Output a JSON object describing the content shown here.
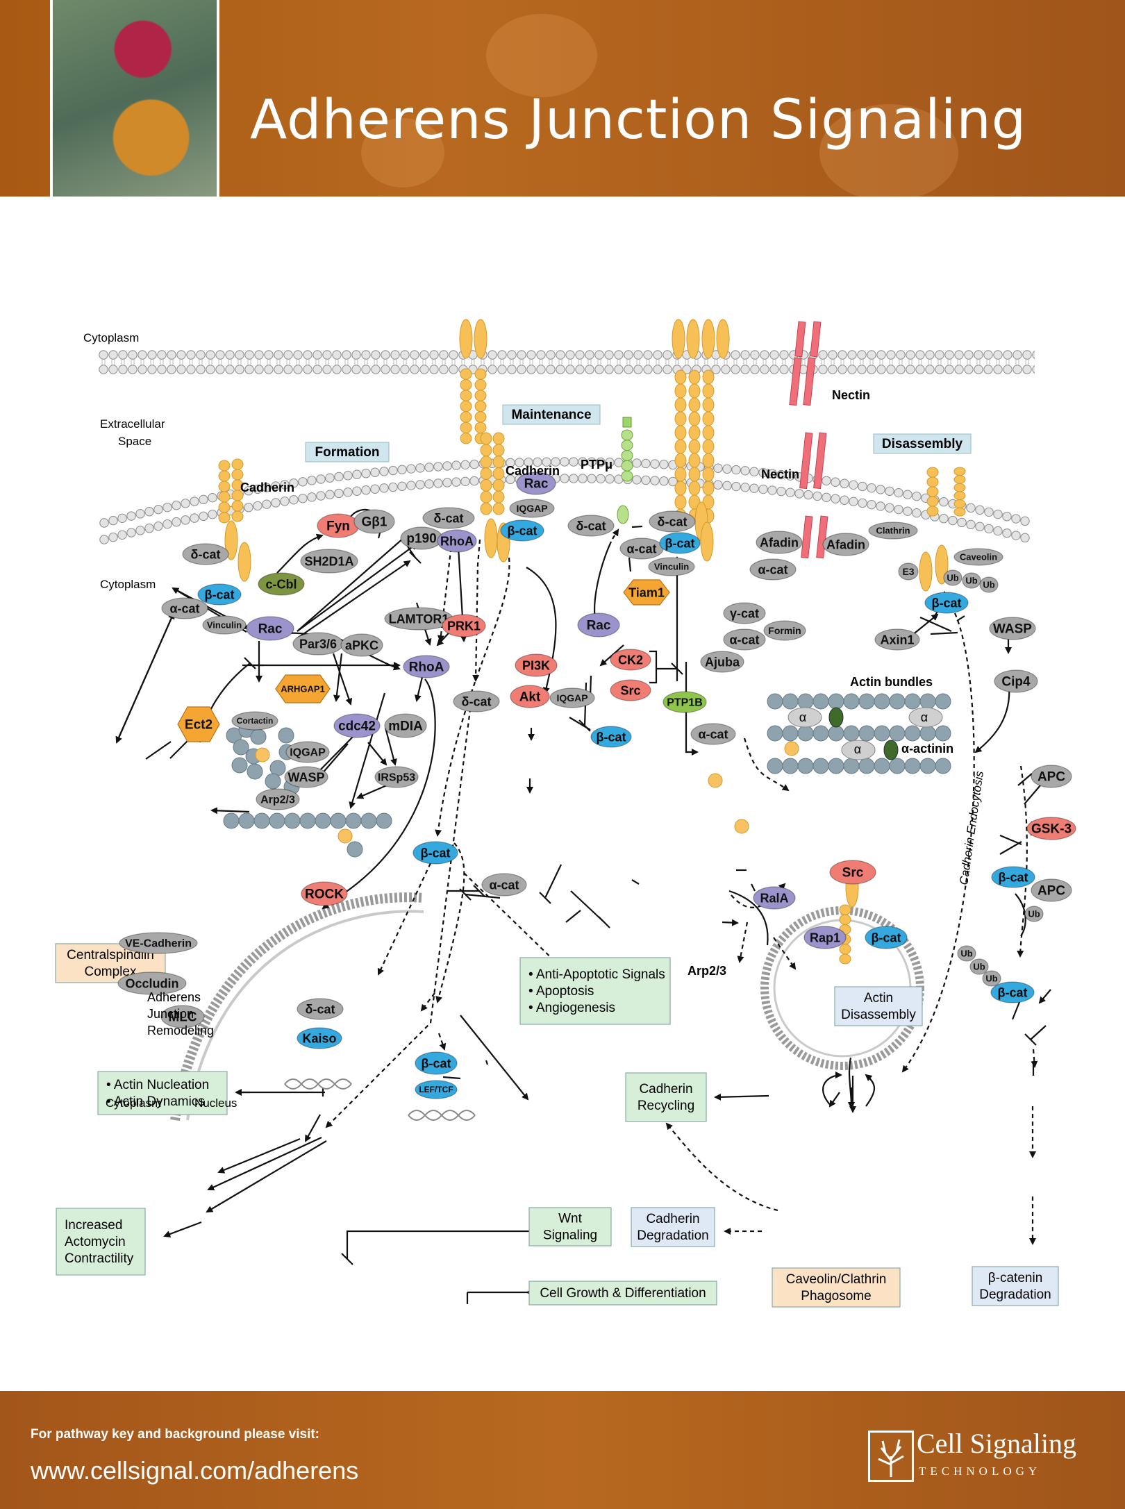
{
  "header": {
    "title": "Adherens Junction Signaling"
  },
  "footer": {
    "visit_text": "For pathway key and background please visit:",
    "url": "www.cellsignal.com/adherens",
    "logo_name": "Cell Signaling",
    "logo_sub": "TECHNOLOGY"
  },
  "regions": {
    "cytoplasm_top": "Cytoplasm",
    "extracellular": "Extracellular",
    "extracellular2": "Space",
    "cytoplasm_left": "Cytoplasm",
    "cytoplasm_bottom": "Cytoplasm",
    "nucleus": "Nucleus"
  },
  "stages": {
    "formation": "Formation",
    "maintenance": "Maintenance",
    "disassembly": "Disassembly"
  },
  "labels": {
    "cadherin_left": "Cadherin",
    "cadherin_mid": "Cadherin",
    "ptp": "PTPμ",
    "nectin_top": "Nectin",
    "nectin_mid": "Nectin",
    "actin_bundles": "Actin bundles",
    "alpha_actinin": "α-actinin",
    "cadherin_endocytosis": "Cadherin Endocytosis",
    "aj_remodel1": "Adherens",
    "aj_remodel2": "Junction",
    "aj_remodel3": "Remodeling",
    "alpha1": "α",
    "alpha2": "α",
    "alpha3": "α",
    "arp23_right": "Arp2/3"
  },
  "nodes": {
    "fyn": "Fyn",
    "gb1": "Gβ1",
    "sh2d1a": "SH2D1A",
    "dcat1": "δ-cat",
    "ccbl": "c-Cbl",
    "bcat1": "β-cat",
    "acat1": "α-cat",
    "vinculin1": "Vinculin",
    "rac1": "Rac",
    "dcat_top": "δ-cat",
    "p190": "p190",
    "rhoa1": "RhoA",
    "lamtor1": "LAMTOR1",
    "prk1": "PRK1",
    "par36": "Par3/6",
    "apkc": "aPKC",
    "rhoa2": "RhoA",
    "arhgap1": "ARHGAP1",
    "ect2": "Ect2",
    "cortactin": "Cortactin",
    "cdc42": "cdc42",
    "mdia": "mDIA",
    "iqgap1": "IQGAP",
    "wasp1": "WASP",
    "irsp53": "IRSp53",
    "arp23": "Arp2/3",
    "rac2": "Rac",
    "iqgap2": "IQGAP",
    "bcat2": "β-cat",
    "pi3k": "PI3K",
    "akt": "Akt",
    "dcat2": "δ-cat",
    "iqgap3": "IQGAP",
    "bcat3": "β-cat",
    "dcat3": "δ-cat",
    "dcat4": "δ-cat",
    "acat2": "α-cat",
    "bcat4": "β-cat",
    "vinculin2": "Vinculin",
    "tiam1": "Tiam1",
    "rac3": "Rac",
    "ck2": "CK2",
    "src1": "Src",
    "ptp1b": "PTP1B",
    "afadin1": "Afadin",
    "afadin2": "Afadin",
    "acat3": "α-cat",
    "gcat": "γ-cat",
    "acat4": "α-cat",
    "formin": "Formin",
    "ajuba": "Ajuba",
    "acat5": "α-cat",
    "clathrin": "Clathrin",
    "caveolin": "Caveolin",
    "e3": "E3",
    "ub1": "Ub",
    "ub2": "Ub",
    "ub3": "Ub",
    "bcat5": "β-cat",
    "axin1": "Axin1",
    "wasp2": "WASP",
    "cip4": "Cip4",
    "apc1": "APC",
    "gsk3": "GSK-3",
    "bcat6": "β-cat",
    "apc2": "APC",
    "ub4": "Ub",
    "ub5": "Ub",
    "ub6": "Ub",
    "ub7": "Ub",
    "bcat7": "β-cat",
    "rock": "ROCK",
    "vecad": "VE-Cadherin",
    "occludin": "Occludin",
    "mlc": "MLC",
    "bcat8": "β-cat",
    "acat6": "α-cat",
    "dcat5": "δ-cat",
    "kaiso": "Kaiso",
    "bcat9": "β-cat",
    "leftcf": "LEF/TCF",
    "src2": "Src",
    "rap1": "Rap1",
    "bcat10": "β-cat",
    "rala": "RalA"
  },
  "boxes": {
    "centralspindlin": [
      "Centralspindlin",
      "Complex"
    ],
    "actin_nuc": [
      "• Actin Nucleation",
      "• Actin Dynamics"
    ],
    "antiapop": [
      "• Anti-Apoptotic Signals",
      "• Apoptosis",
      "• Angiogenesis"
    ],
    "actin_dis": [
      "Actin",
      "Disassembly"
    ],
    "increased": [
      "Increased",
      "Actomycin",
      "Contractility"
    ],
    "wnt": [
      "Wnt",
      "Signaling"
    ],
    "cell_growth": [
      "Cell Growth & Differentiation"
    ],
    "cad_recycling": [
      "Cadherin",
      "Recycling"
    ],
    "cad_degradation": [
      "Cadherin",
      "Degradation"
    ],
    "phagosome": [
      "Caveolin/Clathrin",
      "Phagosome"
    ],
    "bcat_degradation": [
      "β-catenin",
      "Degradation"
    ]
  },
  "colors": {
    "header": "#b0621c",
    "grey": "#a8a8a8",
    "pink": "#ef7d74",
    "blue": "#34a9e0",
    "purple": "#9a93cc",
    "orange": "#f4a532",
    "green_node": "#8fc54a",
    "olive": "#7d9440",
    "green_box": "#d7eed8",
    "blue_box": "#dfe9f6",
    "peach_box": "#fbe2c4",
    "stage_box": "#cfe6ee",
    "bead": "#8fa3ae"
  }
}
